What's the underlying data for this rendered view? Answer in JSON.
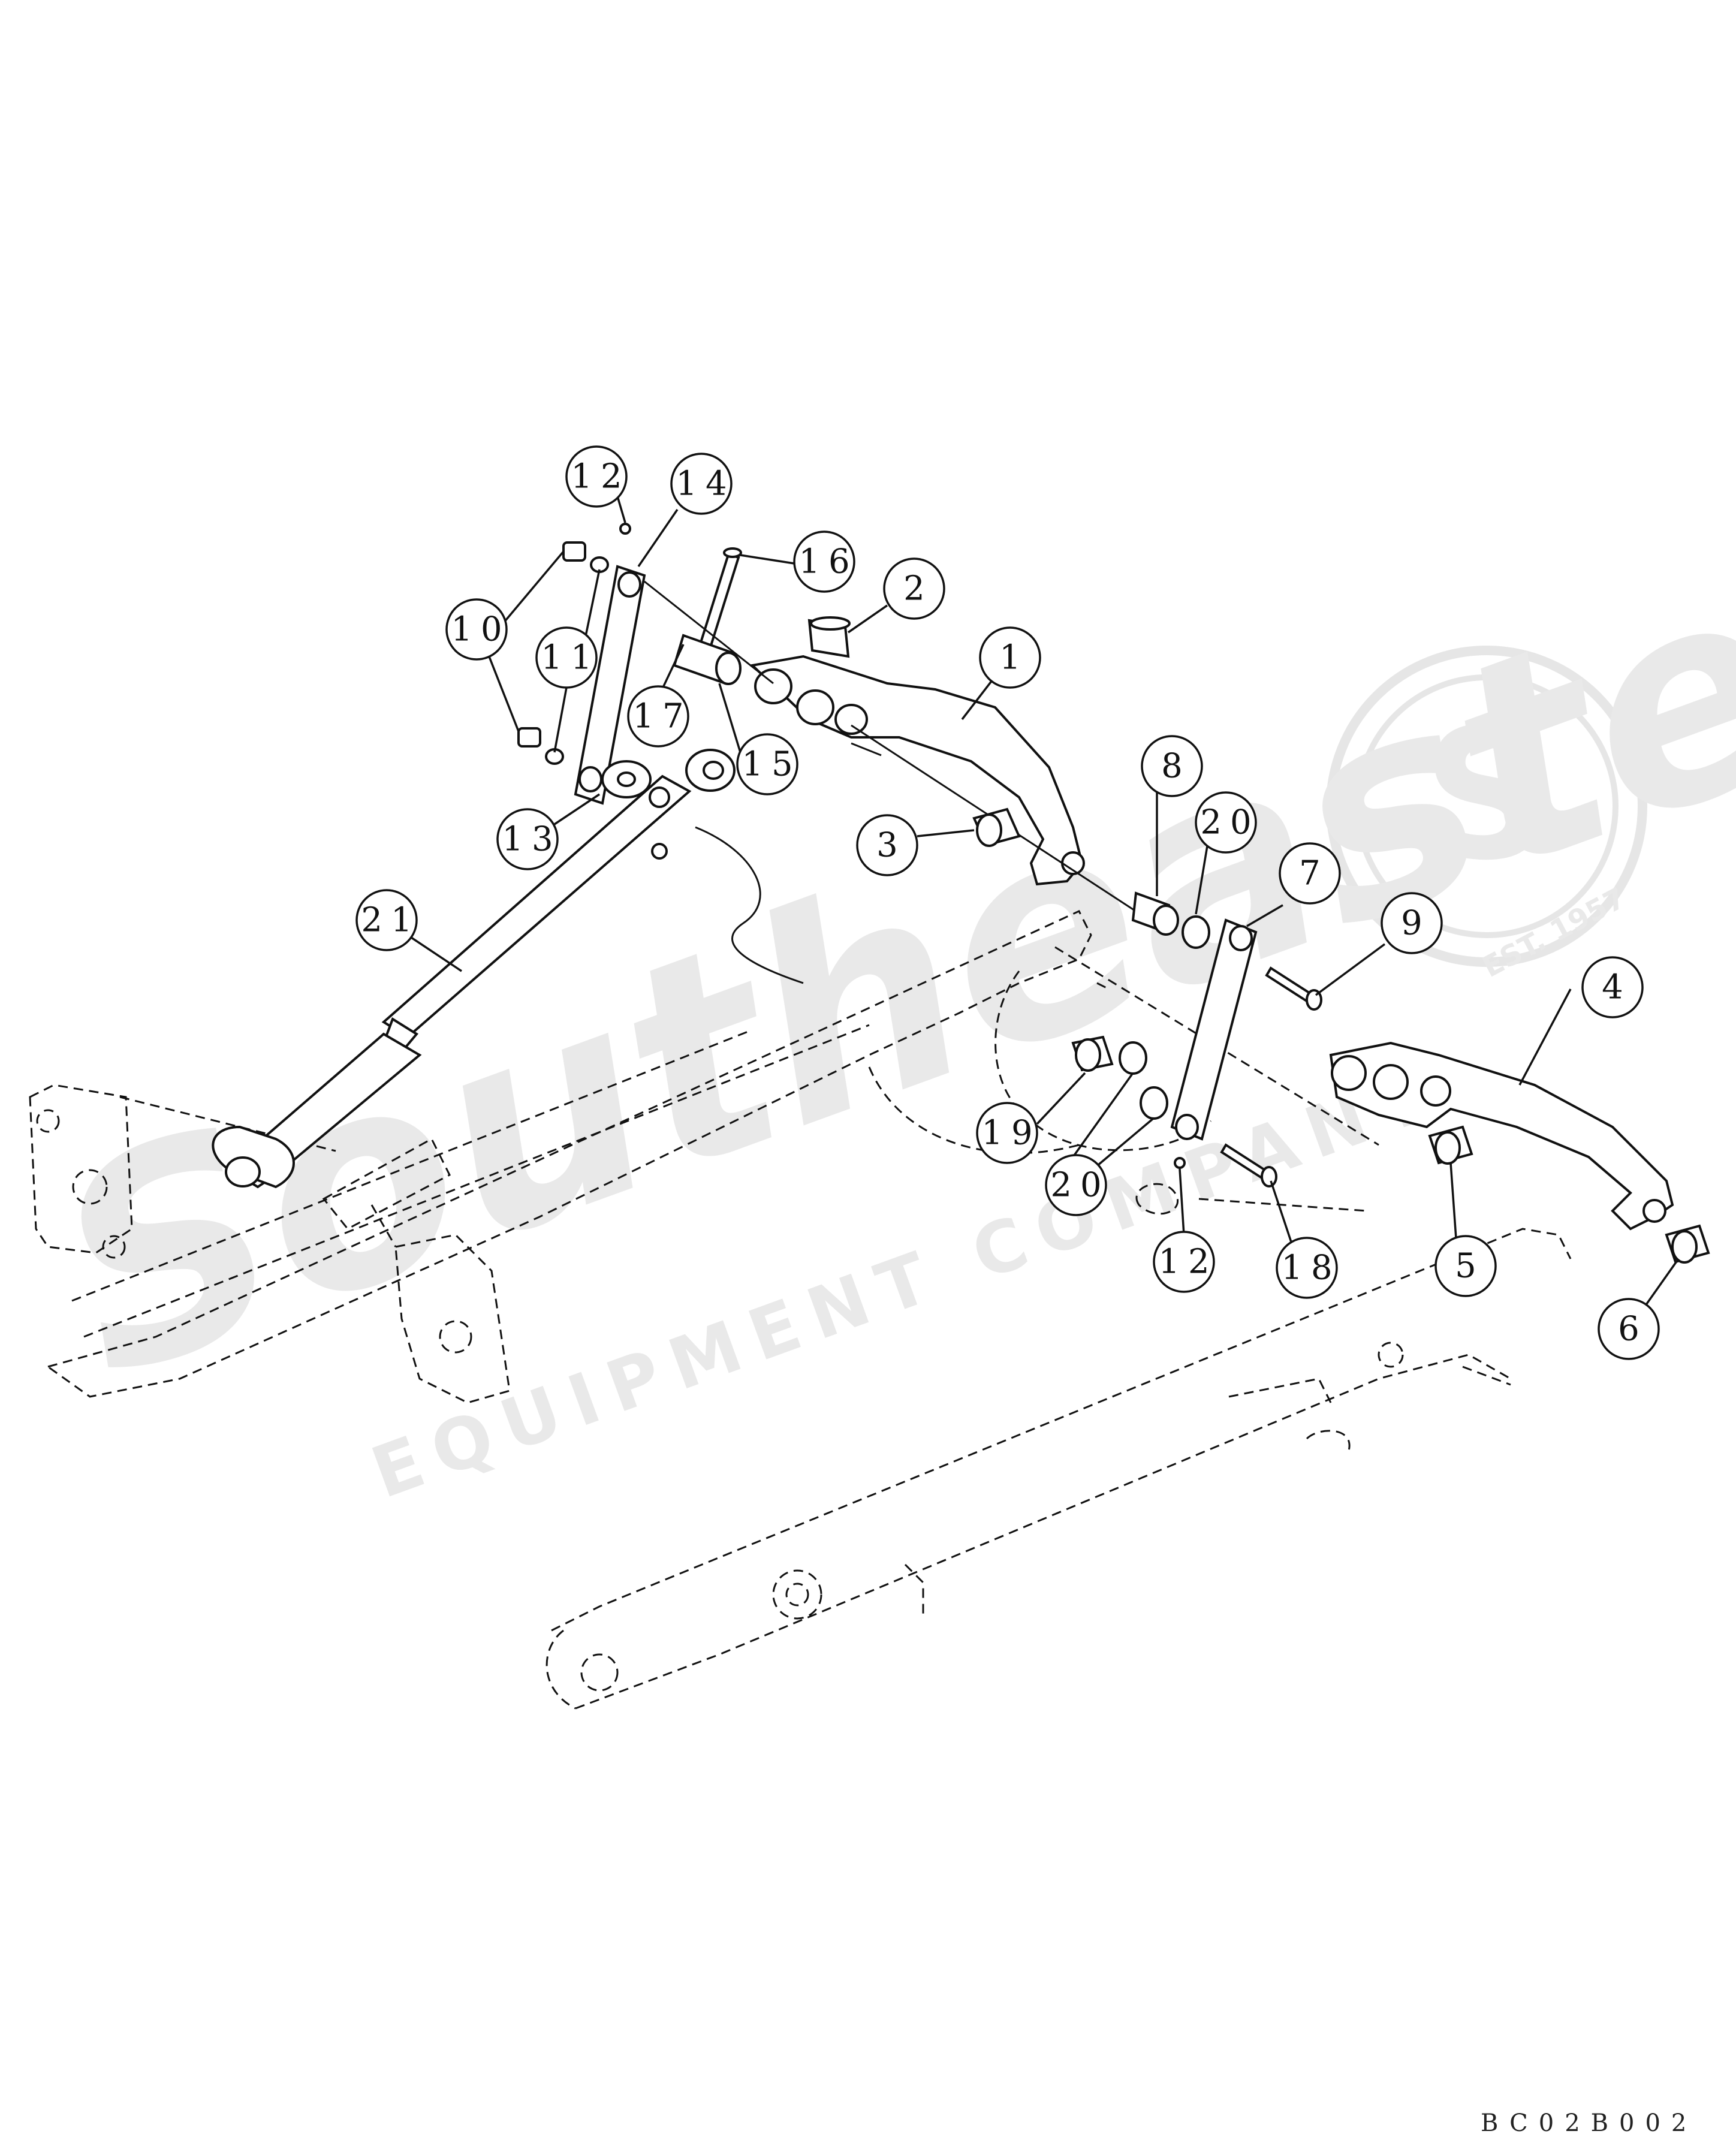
{
  "drawing_code": "BC02B002",
  "watermark": {
    "brand_script": "Southeastern",
    "brand_sub": "EQUIPMENT COMPANY",
    "seal_letter": "S",
    "seal_text": "EST. 1957"
  },
  "callouts": [
    {
      "id": "c1",
      "label": "1"
    },
    {
      "id": "c2",
      "label": "2"
    },
    {
      "id": "c3",
      "label": "3"
    },
    {
      "id": "c4",
      "label": "4"
    },
    {
      "id": "c5",
      "label": "5"
    },
    {
      "id": "c6",
      "label": "6"
    },
    {
      "id": "c7",
      "label": "7"
    },
    {
      "id": "c8",
      "label": "8"
    },
    {
      "id": "c9",
      "label": "9"
    },
    {
      "id": "c10",
      "label": "10"
    },
    {
      "id": "c11",
      "label": "11"
    },
    {
      "id": "c12a",
      "label": "12"
    },
    {
      "id": "c12b",
      "label": "12"
    },
    {
      "id": "c13",
      "label": "13"
    },
    {
      "id": "c14",
      "label": "14"
    },
    {
      "id": "c15",
      "label": "15"
    },
    {
      "id": "c16",
      "label": "16"
    },
    {
      "id": "c17",
      "label": "17"
    },
    {
      "id": "c18",
      "label": "18"
    },
    {
      "id": "c19",
      "label": "19"
    },
    {
      "id": "c20a",
      "label": "20"
    },
    {
      "id": "c20b",
      "label": "20"
    },
    {
      "id": "c21",
      "label": "21"
    }
  ]
}
